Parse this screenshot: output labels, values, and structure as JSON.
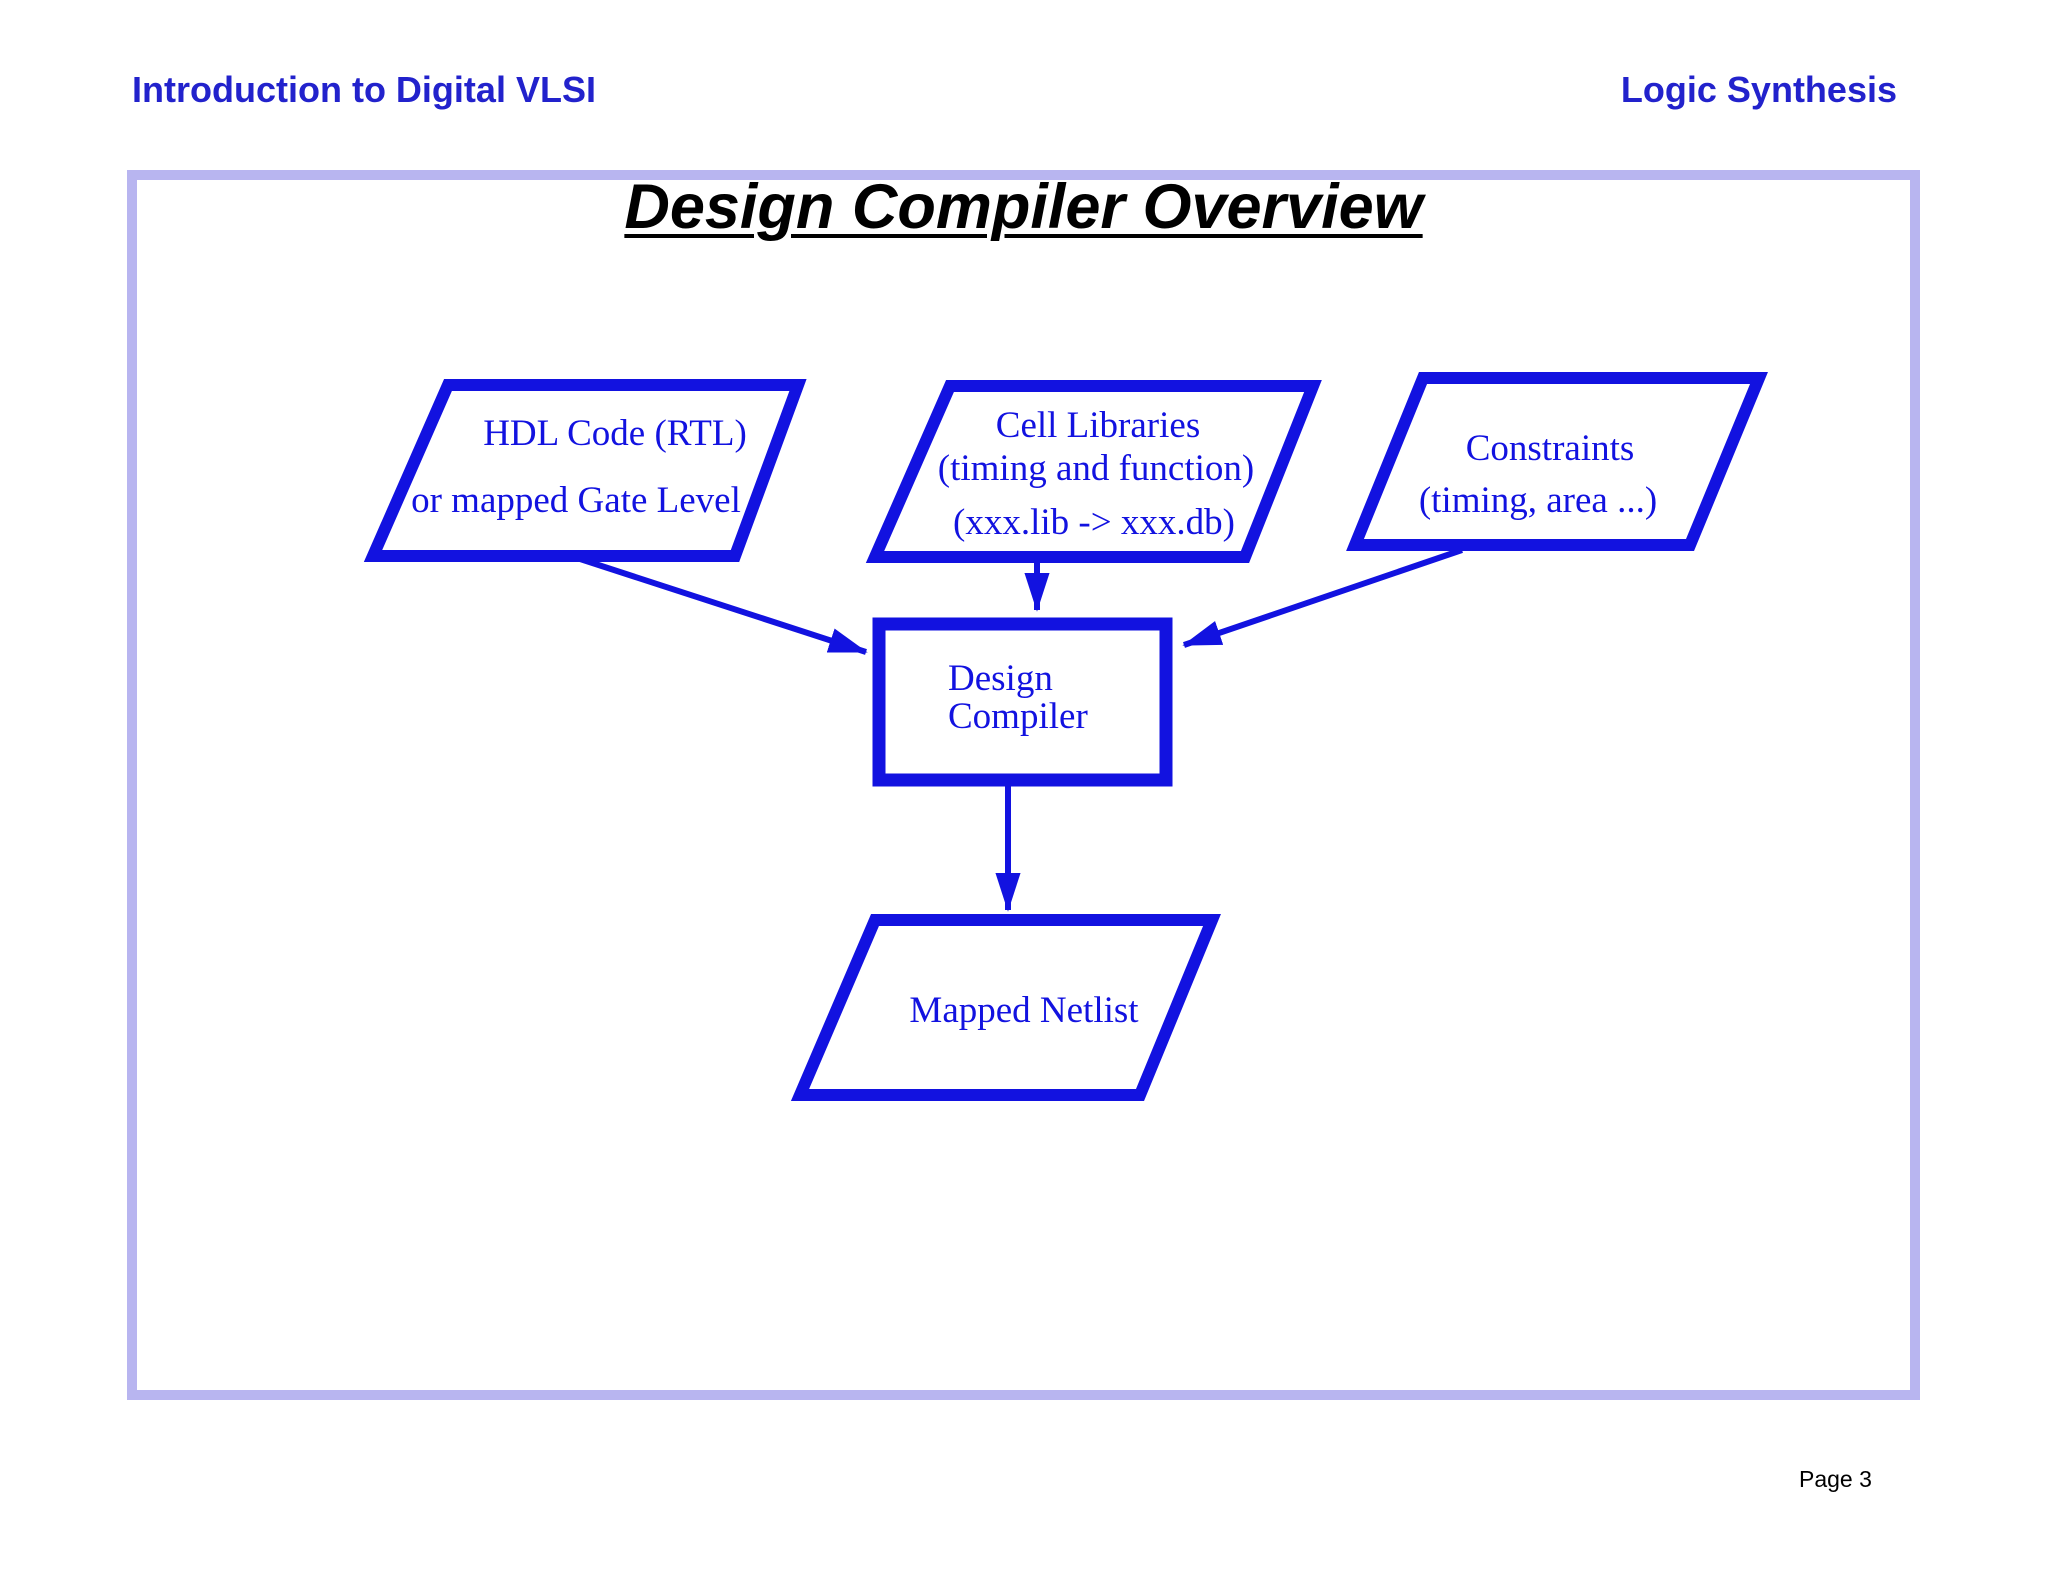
{
  "header": {
    "left": "Introduction to Digital VLSI",
    "right": "Logic Synthesis"
  },
  "slide": {
    "title": "Design Compiler Overview",
    "page_label": "Page 3"
  },
  "colors": {
    "diagram_blue": "#1212e0",
    "header_blue": "#2222cc",
    "frame_lavender": "#b8b5f0",
    "title_black": "#000000",
    "background": "#ffffff"
  },
  "diagram": {
    "nodes": {
      "hdl": {
        "type": "parallelogram",
        "lines": [
          "HDL Code (RTL)",
          "or mapped Gate Level"
        ]
      },
      "cell_libraries": {
        "type": "parallelogram",
        "lines": [
          "Cell Libraries",
          "(timing and function)",
          "(xxx.lib -> xxx.db)"
        ]
      },
      "constraints": {
        "type": "parallelogram",
        "lines": [
          "Constraints",
          "(timing, area ...)"
        ]
      },
      "design_compiler": {
        "type": "rectangle",
        "lines": [
          "Design",
          "Compiler"
        ]
      },
      "mapped_netlist": {
        "type": "parallelogram",
        "lines": [
          "Mapped Netlist"
        ]
      }
    },
    "edges": [
      {
        "from": "hdl",
        "to": "design_compiler"
      },
      {
        "from": "cell_libraries",
        "to": "design_compiler"
      },
      {
        "from": "constraints",
        "to": "design_compiler"
      },
      {
        "from": "design_compiler",
        "to": "mapped_netlist"
      }
    ]
  }
}
